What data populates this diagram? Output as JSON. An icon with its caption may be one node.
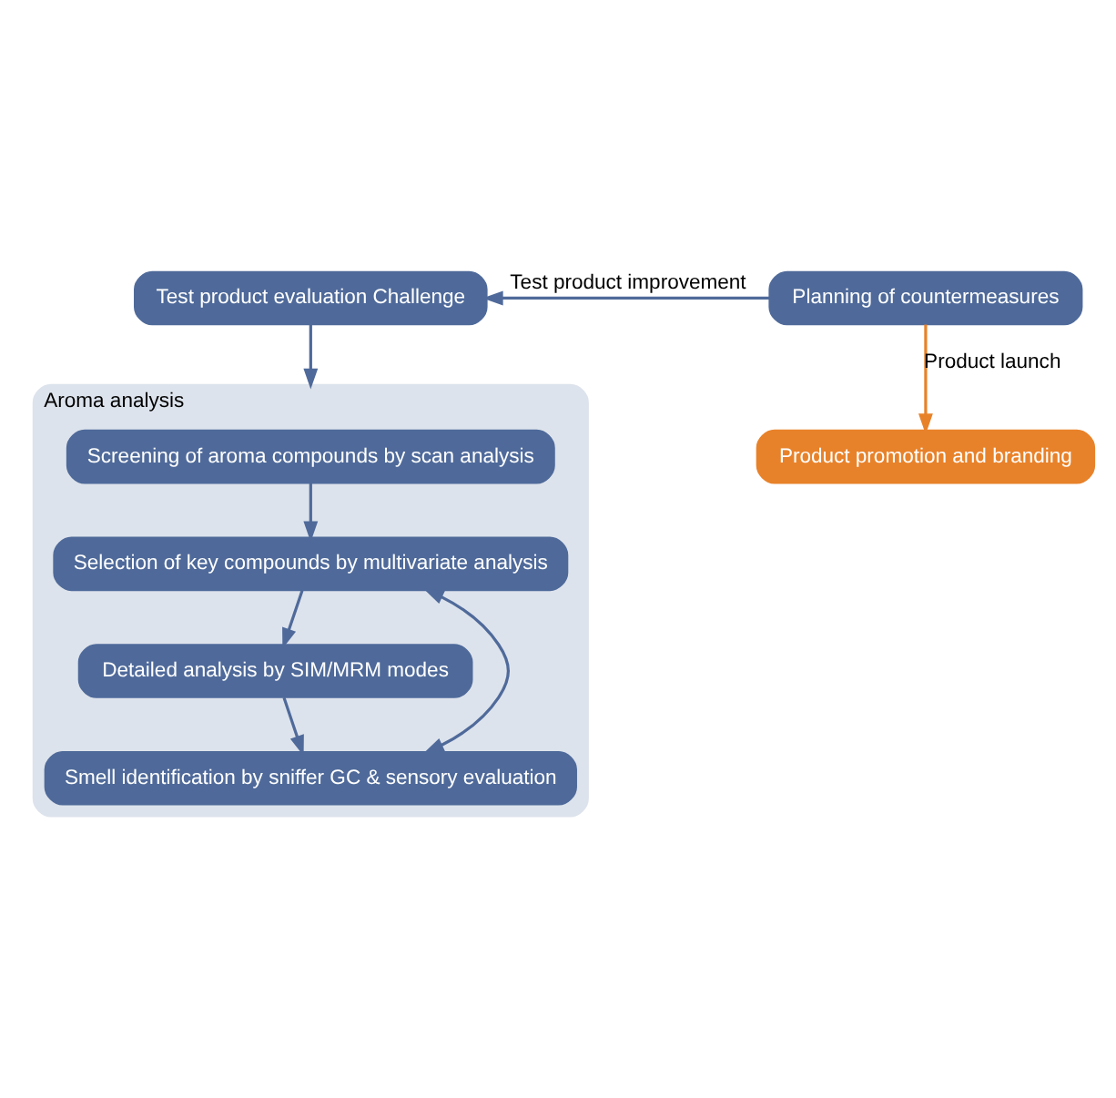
{
  "diagram": {
    "nodes": [
      {
        "text": [
          "Test product evaluation Challenge"
        ]
      },
      {
        "text": [
          "Aroma analysis"
        ]
      },
      {
        "text": [
          "Screening of aroma compounds by scan analysis"
        ],
        "in": 1
      },
      {
        "text": [
          "Selection of key compounds by multivariate analysis"
        ],
        "in": 1
      },
      {
        "text": [
          "Detailed analysis by SIM/MRM modes"
        ],
        "in": 1
      },
      {
        "text": [
          "Smell identification by sniffer GC & sensory evaluation"
        ],
        "in": 1
      },
      {
        "text": [
          "Planning of countermeasures"
        ]
      },
      {
        "text": [
          "Product promotion and branding"
        ]
      }
    ],
    "edges": [
      {
        "from": 0,
        "to": 1,
        "arrow": "to"
      },
      {
        "from": 2,
        "to": 3,
        "arrow": "to"
      },
      {
        "from": 3,
        "to": 4,
        "arrow": "to"
      },
      {
        "from": 4,
        "to": 5,
        "arrow": "to"
      },
      {
        "from": 3,
        "to": 5,
        "arrow": "both"
      },
      {
        "from": 6,
        "to": 0,
        "arrow": "to",
        "label": "Test product improvement"
      },
      {
        "from": 6,
        "to": 7,
        "arrow": "to",
        "label": "Product launch",
        "color": "#e8822a"
      }
    ]
  }
}
